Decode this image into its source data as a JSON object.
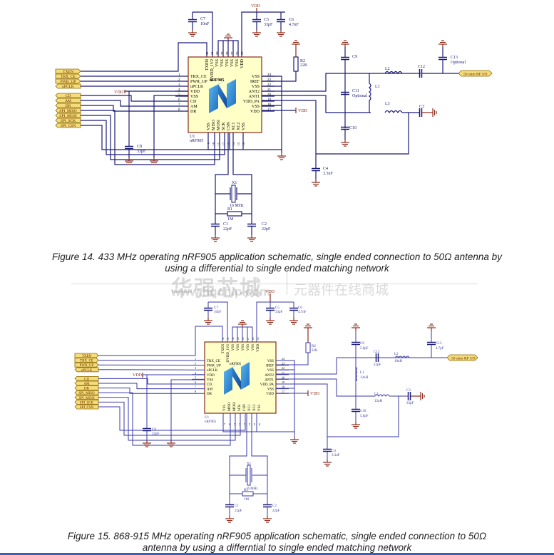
{
  "figures": [
    {
      "caption": "Figure 14. 433 MHz operating nRF905 application schematic, single ended connection to 50Ω antenna by using a differential to single ended matching network",
      "caption_line1": "Figure 14. 433 MHz operating nRF905 application schematic, single ended connection to 50Ω antenna by",
      "caption_line2": "using a differential to single ended matching network",
      "chip": {
        "ref": "U1",
        "part": "nRF905",
        "logo_label": "nRF905"
      },
      "left_pins": [
        {
          "num": "1",
          "name": "TRX_CE"
        },
        {
          "num": "2",
          "name": "PWR_UP"
        },
        {
          "num": "3",
          "name": "uPCLK"
        },
        {
          "num": "4",
          "name": "VDD"
        },
        {
          "num": "5",
          "name": "VSS"
        },
        {
          "num": "6",
          "name": "CD"
        },
        {
          "num": "7",
          "name": "AM"
        },
        {
          "num": "8",
          "name": "DR"
        }
      ],
      "right_pins": [
        {
          "num": "24",
          "name": "VSS"
        },
        {
          "num": "23",
          "name": "IREF"
        },
        {
          "num": "22",
          "name": "VSS"
        },
        {
          "num": "21",
          "name": "ANT2"
        },
        {
          "num": "20",
          "name": "ANT1"
        },
        {
          "num": "19",
          "name": "VDD_PA"
        },
        {
          "num": "18",
          "name": "VSS"
        },
        {
          "num": "17",
          "name": "VDD"
        }
      ],
      "top_pins": [
        {
          "num": "32",
          "name": "TXEN"
        },
        {
          "num": "31",
          "name": "DVDD_1V2"
        },
        {
          "num": "30",
          "name": "VSS"
        },
        {
          "num": "29",
          "name": "VSS"
        },
        {
          "num": "28",
          "name": "VSS"
        },
        {
          "num": "27",
          "name": "VSS"
        },
        {
          "num": "26",
          "name": "VSS"
        },
        {
          "num": "25",
          "name": "VDD"
        }
      ],
      "bottom_pins": [
        {
          "num": "9",
          "name": "VSS"
        },
        {
          "num": "10",
          "name": "MISO"
        },
        {
          "num": "11",
          "name": "MOSI"
        },
        {
          "num": "12",
          "name": "SCK"
        },
        {
          "num": "13",
          "name": "CSN"
        },
        {
          "num": "14",
          "name": "XC1"
        },
        {
          "num": "15",
          "name": "XC2"
        },
        {
          "num": "16",
          "name": "VSS"
        }
      ],
      "ports": [
        "TXEN",
        "TRX_CE",
        "PWR_UP",
        "uPCLK",
        "CD",
        "AM",
        "DR",
        "SPI_MISO",
        "SPI_MOSI",
        "SPI_SCK",
        "SPI_CSN"
      ],
      "rf_port": "50 ohm RF I/O",
      "power_label": "VDD",
      "components": {
        "C7": {
          "ref": "C7",
          "value": "10nF"
        },
        "C5": {
          "ref": "C5",
          "value": "33pF"
        },
        "C6": {
          "ref": "C6",
          "value": "4.7nF"
        },
        "C8": {
          "ref": "C8",
          "value": "33pF"
        },
        "C4": {
          "ref": "C4",
          "value": "3.3nF"
        },
        "R2": {
          "ref": "R2",
          "value": "22K"
        },
        "C9": {
          "ref": "C9",
          "value": ""
        },
        "C10": {
          "ref": "C10",
          "value": ""
        },
        "C11": {
          "ref": "C11",
          "value": "Optional"
        },
        "C12": {
          "ref": "C12",
          "value": ""
        },
        "C13": {
          "ref": "C13",
          "value": "Optional"
        },
        "C3": {
          "ref": "C3",
          "value": ""
        },
        "L1": {
          "ref": "L1",
          "value": ""
        },
        "L2": {
          "ref": "L2",
          "value": ""
        },
        "L3": {
          "ref": "L3",
          "value": ""
        },
        "X1": {
          "ref": "X1",
          "value": "16 MHz"
        },
        "R1": {
          "ref": "R1",
          "value": "1M"
        },
        "C1": {
          "ref": "C1",
          "value": "22pF"
        },
        "C2": {
          "ref": "C2",
          "value": "22pF"
        }
      }
    },
    {
      "caption": "Figure 15. 868-915 MHz operating nRF905 application schematic, single ended connection to 50Ω antenna by using a differntial to single ended matching network",
      "caption_line1": "Figure 15. 868-915 MHz operating nRF905 application schematic, single ended connection to 50Ω",
      "caption_line2": "antenna by using a differntial to single ended matching network",
      "chip": {
        "ref": "U1",
        "part": "nRF905",
        "logo_label": "nRF905"
      },
      "left_pins": [
        {
          "num": "1",
          "name": "TRX_CE"
        },
        {
          "num": "2",
          "name": "PWR_UP"
        },
        {
          "num": "3",
          "name": "uPCLK"
        },
        {
          "num": "4",
          "name": "VDD"
        },
        {
          "num": "5",
          "name": "VSS"
        },
        {
          "num": "6",
          "name": "CD"
        },
        {
          "num": "7",
          "name": "AM"
        },
        {
          "num": "8",
          "name": "DR"
        }
      ],
      "right_pins": [
        {
          "num": "24",
          "name": "VSS"
        },
        {
          "num": "23",
          "name": "IREF"
        },
        {
          "num": "22",
          "name": "VSS"
        },
        {
          "num": "21",
          "name": "ANT2"
        },
        {
          "num": "20",
          "name": "ANT1"
        },
        {
          "num": "19",
          "name": "VDD_PA"
        },
        {
          "num": "18",
          "name": "VSS"
        },
        {
          "num": "17",
          "name": "VDD"
        }
      ],
      "top_pins": [
        {
          "num": "32",
          "name": "TXEN"
        },
        {
          "num": "31",
          "name": "DVDD_1V2"
        },
        {
          "num": "30",
          "name": "VSS"
        },
        {
          "num": "29",
          "name": "VSS"
        },
        {
          "num": "28",
          "name": "VSS"
        },
        {
          "num": "27",
          "name": "VSS"
        },
        {
          "num": "26",
          "name": "VSS"
        },
        {
          "num": "25",
          "name": "VDD"
        }
      ],
      "bottom_pins": [
        {
          "num": "9",
          "name": "VSS"
        },
        {
          "num": "10",
          "name": "MISO"
        },
        {
          "num": "11",
          "name": "MOSI"
        },
        {
          "num": "12",
          "name": "SCK"
        },
        {
          "num": "13",
          "name": "CSN"
        },
        {
          "num": "14",
          "name": "XC1"
        },
        {
          "num": "15",
          "name": "XC2"
        },
        {
          "num": "16",
          "name": "VSS"
        }
      ],
      "ports": [
        "TXEN",
        "TRX_CE",
        "PWR_UP",
        "uPCLK",
        "CD",
        "AM",
        "DR",
        "SPI_MISO",
        "SPI_MOSI",
        "SPI_SCK",
        "SPI_CSN"
      ],
      "rf_port": "50 ohm RF I/O",
      "power_label": "VDD",
      "components": {
        "C7": {
          "ref": "C7",
          "value": "10nF"
        },
        "C5": {
          "ref": "C5",
          "value": "33pF"
        },
        "C6": {
          "ref": "C6",
          "value": "4.7nF"
        },
        "C8": {
          "ref": "C8",
          "value": "33pF"
        },
        "C4": {
          "ref": "C4",
          "value": "3.3nF"
        },
        "R2": {
          "ref": "R2",
          "value": "22K"
        },
        "C9": {
          "ref": "C9",
          "value": "5.6pF"
        },
        "C10": {
          "ref": "C10",
          "value": "5.6pF"
        },
        "C12": {
          "ref": "C12",
          "value": "22pF"
        },
        "C13": {
          "ref": "C13",
          "value": "4.7pF"
        },
        "C3": {
          "ref": "C3",
          "value": "33pF"
        },
        "L1": {
          "ref": "L1",
          "value": "12nH"
        },
        "L2": {
          "ref": "L2",
          "value": "10nH"
        },
        "L3": {
          "ref": "L3",
          "value": "12nH"
        },
        "X1": {
          "ref": "X1",
          "value": "16 MHz"
        },
        "R1": {
          "ref": "R1",
          "value": "1M"
        },
        "C1": {
          "ref": "C1",
          "value": "22pF"
        },
        "C2": {
          "ref": "C2",
          "value": "22pF"
        }
      }
    }
  ],
  "watermark": {
    "brand_cn": "华强芯城",
    "url": "www.hqchip.com",
    "slogan_cn": "元器件在线商城"
  }
}
